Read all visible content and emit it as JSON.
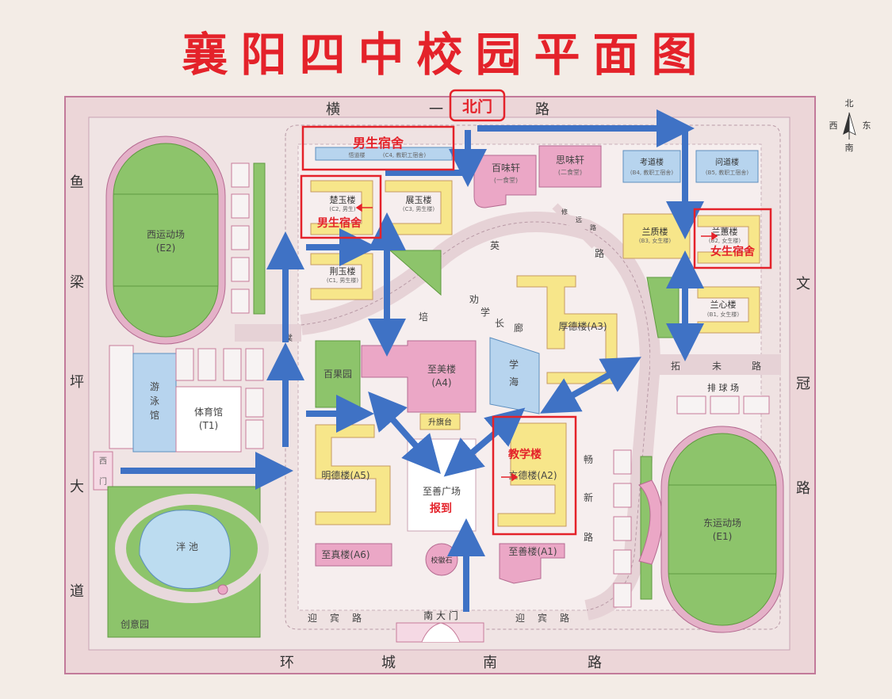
{
  "title": "襄阳四中校园平面图",
  "roads": {
    "north_1": "横",
    "north_2": "一",
    "north_3": "路",
    "south_1": "环",
    "south_2": "城",
    "south_3": "南",
    "south_4": "路",
    "west_1": "鱼",
    "west_2": "梁",
    "west_3": "坪",
    "west_4": "大",
    "west_5": "道",
    "east_1": "文",
    "east_2": "冠",
    "east_3": "路",
    "yingbin_w1": "迎",
    "yingbin_w2": "宾",
    "yingbin_w3": "路",
    "yingbin_e1": "迎",
    "yingbin_e2": "宾",
    "yingbin_e3": "路",
    "peiying_1": "培",
    "peiying_2": "英",
    "peiying_3": "路",
    "tuowei_1": "拓",
    "tuowei_2": "未",
    "tuowei_3": "路",
    "changxin_1": "畅",
    "changxin_2": "新",
    "changxin_3": "路",
    "quanxue_1": "劝",
    "quanxue_2": "学",
    "quanxue_3": "长",
    "quanxue_4": "廊",
    "lu_left": "棠",
    "diag_1": "修",
    "diag_2": "远",
    "diag_3": "路"
  },
  "gates": {
    "north": "北门",
    "west_1": "西",
    "west_2": "门",
    "south": "南 大 门"
  },
  "compass": {
    "n": "北",
    "w": "西",
    "e": "东",
    "s": "南"
  },
  "buildings": {
    "west_field": "西运动场",
    "west_field_code": "(E2)",
    "east_field": "东运动场",
    "east_field_code": "(E1)",
    "swim_1": "游",
    "swim_2": "泳",
    "swim_3": "馆",
    "gym": "体育馆",
    "gym_code": "(T1)",
    "yangchi": "泮 池",
    "chuangyi": "创意园",
    "baiguo": "百果园",
    "zhimei": "至美楼",
    "zhimei_code": "(A4)",
    "shengqitai": "升旗台",
    "xuehai_1": "学",
    "xuehai_2": "海",
    "houde": "厚德楼(A3)",
    "mingde": "明德楼(A5)",
    "zhishan_plaza": "至善广场",
    "zhizhen": "至真楼(A6)",
    "xiaohuishi": "校徽石",
    "zhishan_a1": "至善楼(A1)",
    "lide": "立德楼(A2)",
    "baiwei": "百味轩",
    "baiwei_sub": "(一食堂)",
    "siwei": "思味轩",
    "siwei_sub": "(二食堂)",
    "chuyu": "楚玉楼",
    "chuyu_sub": "(C2, 男生)",
    "zhanyu": "展玉楼",
    "zhanyu_sub": "(C3, 男生楼)",
    "jingyu": "荆玉楼",
    "jingyu_sub": "(C1, 男生楼)",
    "wudao": "悟道楼",
    "wudao_sub": "(C4, 教职工宿舍)",
    "kaodao": "考道楼",
    "kaodao_sub": "(B4, 教职工宿舍)",
    "wendao": "问道楼",
    "wendao_sub": "(B5, 教职工宿舍)",
    "lanzhi": "兰质楼",
    "lanzhi_sub": "(B3, 女生楼)",
    "lanhui": "兰蕙楼",
    "lanhui_sub": "(B2, 女生楼)",
    "lanxin": "兰心楼",
    "lanxin_sub": "(B1, 女生楼)",
    "volleyball": "排 球 场"
  },
  "annotations": {
    "male_dorm_1": "男生宿舍",
    "male_dorm_2": "男生宿舍",
    "female_dorm": "女生宿舍",
    "teaching": "教学楼",
    "report": "报到"
  },
  "colors": {
    "accent_red": "#e4222a",
    "arrow_blue": "#3f72c5",
    "field_green": "#8dc46b",
    "building_yellow": "#f7e68a",
    "building_pink": "#eba7c6",
    "building_blue": "#b7d4ee",
    "road_pink": "#ecd6d8"
  }
}
